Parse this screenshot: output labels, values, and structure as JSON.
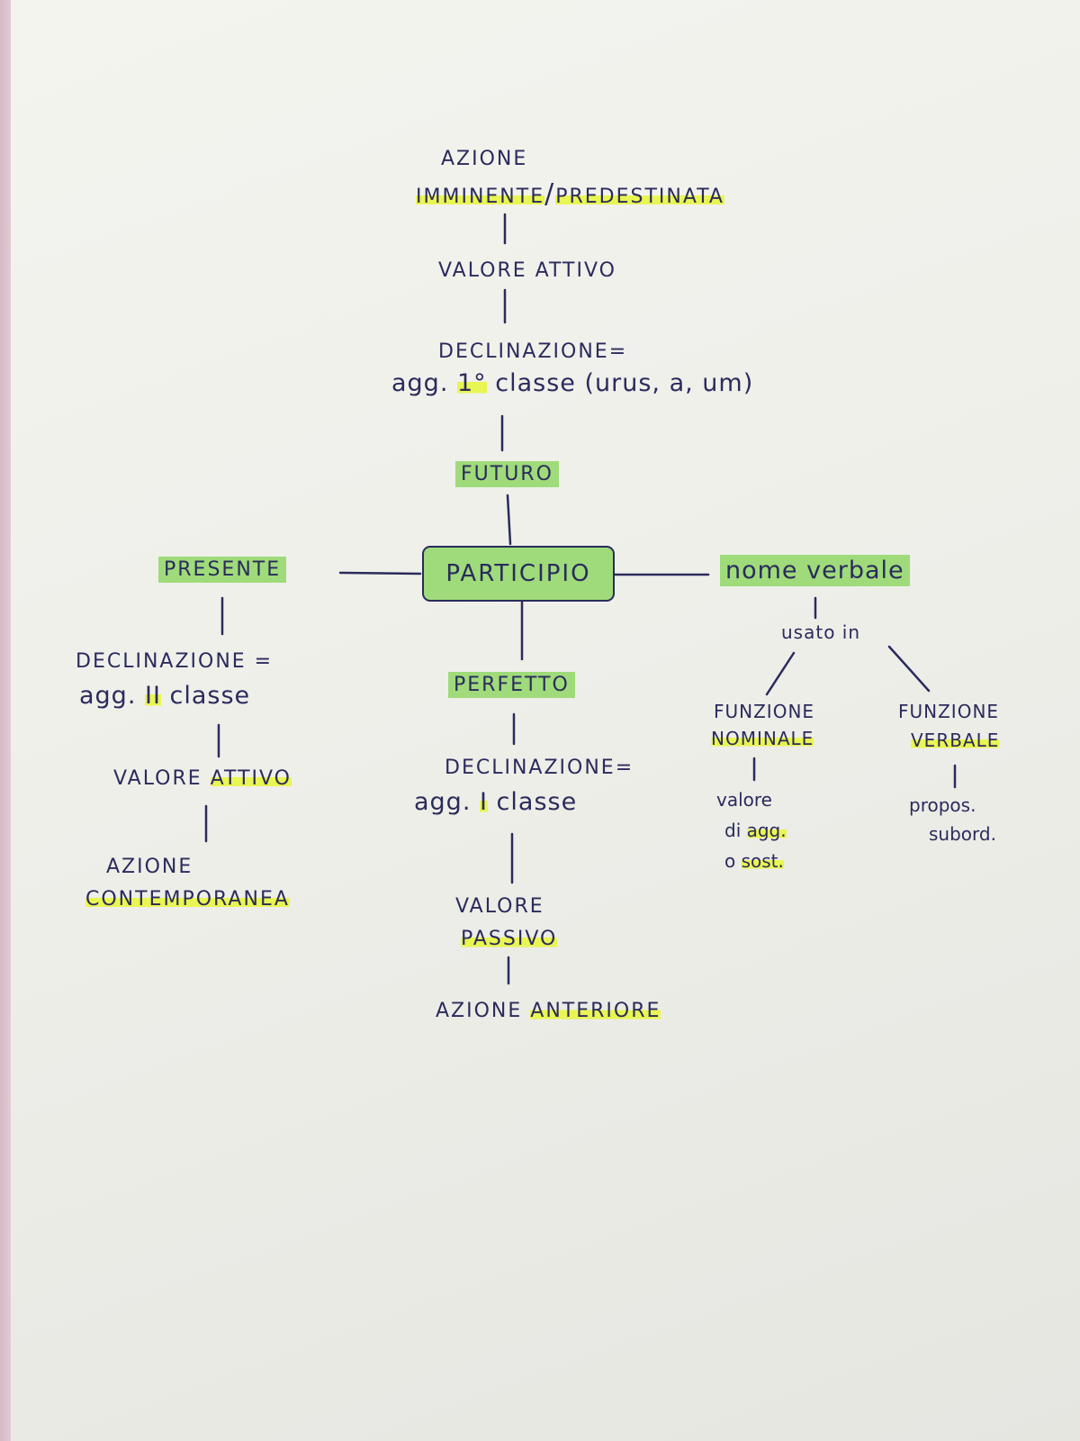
{
  "center": "PARTICIPIO",
  "futuro": {
    "label": "FUTURO",
    "declinazione_title": "DECLINAZIONE=",
    "declinazione_value_a": "agg. ",
    "declinazione_value_b": "1°",
    "declinazione_value_c": " classe (urus, a, um)",
    "valore": "VALORE ATTIVO",
    "azione_title": "AZIONE",
    "azione_a": "IMMINENTE",
    "azione_b": "PREDESTINATA"
  },
  "presente": {
    "label": "PRESENTE",
    "declinazione_title": "DECLINAZIONE =",
    "declinazione_value_a": "agg. ",
    "declinazione_value_b": "II",
    "declinazione_value_c": " classe",
    "valore_a": "VALORE ",
    "valore_b": "ATTIVO",
    "azione_title": "AZIONE",
    "azione_value": "CONTEMPORANEA"
  },
  "perfetto": {
    "label": "PERFETTO",
    "declinazione_title": "DECLINAZIONE=",
    "declinazione_value_a": "agg. ",
    "declinazione_value_b": "I",
    "declinazione_value_c": " classe",
    "valore_title": "VALORE",
    "valore_value": "PASSIVO",
    "azione_a": "AZIONE ",
    "azione_b": "ANTERIORE"
  },
  "nome_verbale": {
    "label": "nome verbale",
    "usato": "usato in",
    "nominale_title": "FUNZIONE",
    "nominale_value": "NOMINALE",
    "nominale_desc_1": "valore",
    "nominale_desc_2a": "di ",
    "nominale_desc_2b": "agg.",
    "nominale_desc_3a": "o ",
    "nominale_desc_3b": "sost.",
    "verbale_title": "FUNZIONE",
    "verbale_value": "VERBALE",
    "verbale_desc_1": "propos.",
    "verbale_desc_2": "subord."
  },
  "colors": {
    "ink": "#2a2b5c",
    "highlight_yellow": "#e9f552",
    "highlight_green": "#9fdb7a",
    "paper": "#f1f1ec"
  }
}
